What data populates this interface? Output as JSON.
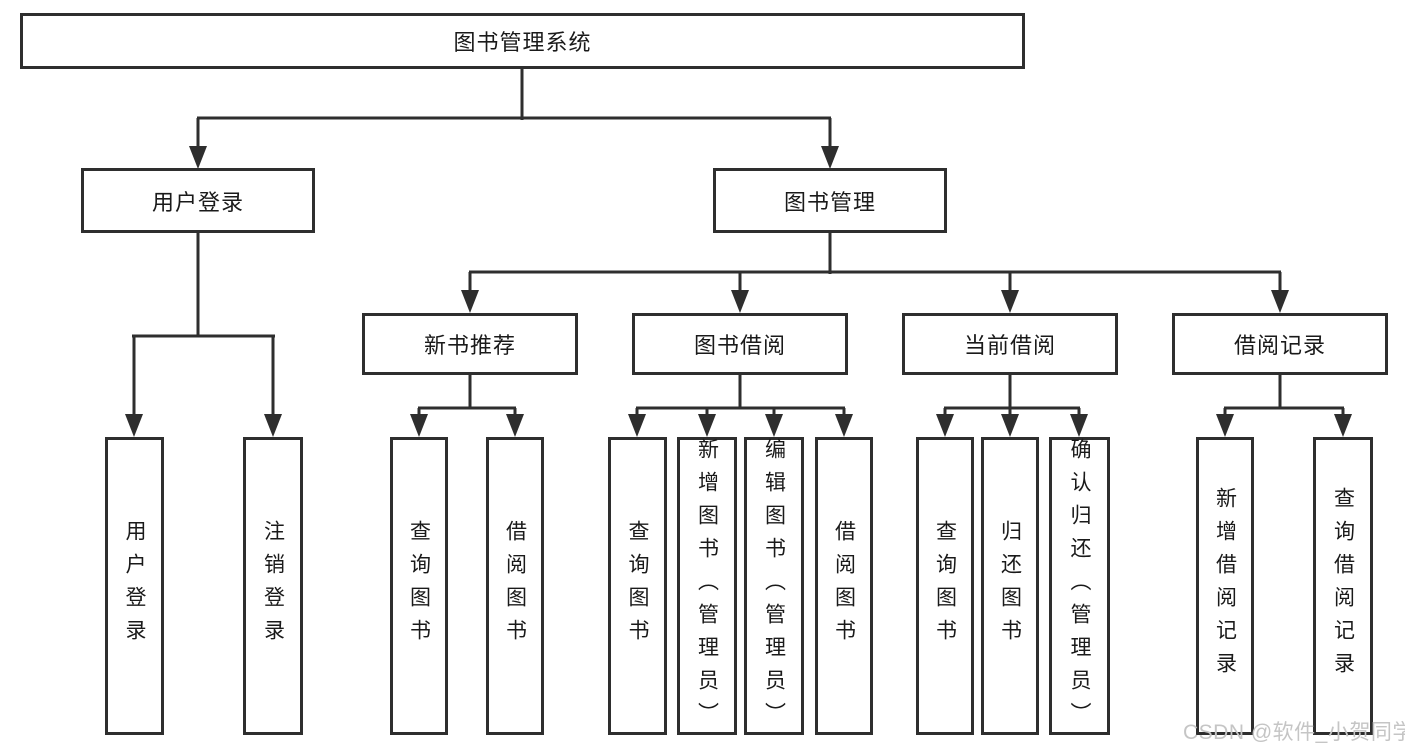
{
  "diagram": {
    "title": "图书管理系统",
    "level2": [
      "用户登录",
      "图书管理"
    ],
    "level3": [
      "新书推荐",
      "图书借阅",
      "当前借阅",
      "借阅记录"
    ],
    "leaves": {
      "login": [
        "用户登录",
        "注销登录"
      ],
      "recommend": [
        "查询图书",
        "借阅图书"
      ],
      "borrow": [
        "查询图书",
        "新增图书（管理员）",
        "编辑图书（管理员）",
        "借阅图书"
      ],
      "current": [
        "查询图书",
        "归还图书",
        "确认归还（管理员）"
      ],
      "records": [
        "新增借阅记录",
        "查询借阅记录"
      ]
    },
    "watermark": "CSDN @软件_小贺同学"
  },
  "colors": {
    "line": "#2e2e2e",
    "text": "#1a1a1a",
    "watermark": "#c5c5c5",
    "background": "#ffffff"
  }
}
